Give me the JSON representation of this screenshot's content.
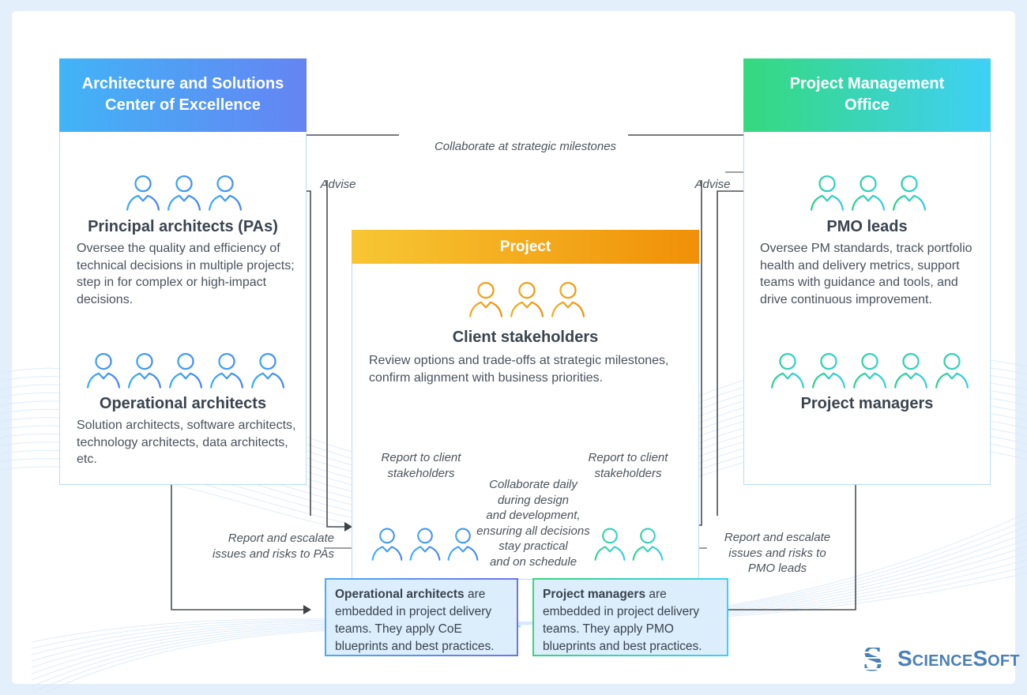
{
  "canvas": {
    "background": "#e4effc",
    "card_background": "#ffffff"
  },
  "colors": {
    "coe_header_gradient": [
      "#41b4f6",
      "#6584f3"
    ],
    "pmo_header_gradient": [
      "#35d97d",
      "#3fd0f7"
    ],
    "project_header_gradient": [
      "#f7c733",
      "#f09008"
    ],
    "callout_left_border_gradient": [
      "#4da9f2",
      "#6f74e8"
    ],
    "callout_right_border_gradient": [
      "#38d57e",
      "#3ecff5"
    ],
    "callout_fill": "#dcedfc",
    "panel_border": "#b9ddf5",
    "connector_line": "#4a4f54",
    "people_blue_gradient": [
      "#38b5f7",
      "#4b7ef2"
    ],
    "people_green_gradient": [
      "#2bd47c",
      "#38cdf4"
    ],
    "people_orange_gradient": [
      "#f2b228",
      "#ee8d08"
    ],
    "logo_blue": "#4b80b8"
  },
  "coe": {
    "title_line1": "Architecture and Solutions",
    "title_line2": "Center of Excellence",
    "group1": {
      "name": "Principal architects (PAs)",
      "desc": "Oversee the quality and efficiency of technical decisions in multiple projects; step in for complex or high-impact decisions.",
      "icons": 3
    },
    "group2": {
      "name": "Operational architects",
      "desc": "Solution architects, software architects, technology architects, data architects, etc.",
      "icons": 5
    }
  },
  "pmo": {
    "title_line1": "Project Management",
    "title_line2": "Office",
    "group1": {
      "name": "PMO leads",
      "desc": "Oversee PM standards, track portfolio health and delivery metrics, support teams with guidance and tools, and drive continuous improvement.",
      "icons": 3
    },
    "group2": {
      "name": "Project managers",
      "icons": 5
    }
  },
  "project": {
    "title": "Project",
    "group1": {
      "name": "Client stakeholders",
      "desc": "Review options and trade-offs at strategic milestones, confirm alignment with business priorities.",
      "icons": 3
    },
    "embedded_architects_icons": 3,
    "embedded_managers_icons": 2
  },
  "labels": {
    "collaborate_top": "Collaborate at strategic milestones",
    "advise_left": "Advise",
    "advise_right": "Advise",
    "report_pas": "Report and escalate\nissues and risks to PAs",
    "report_pmo": "Report and escalate\nissues and risks to\nPMO leads",
    "report_client_left": "Report to client\nstakeholders",
    "report_client_right": "Report to client\nstakeholders",
    "collaborate_daily": "Collaborate daily\nduring design\nand development,\nensuring all decisions\nstay practical\nand on schedule"
  },
  "callouts": {
    "left_bold": "Operational architects",
    "left_rest": " are embedded in project delivery teams. They apply CoE blueprints and best practices.",
    "right_bold": "Project managers",
    "right_rest": " are embedded in project delivery teams. They apply PMO blueprints and best practices."
  },
  "logo": {
    "s1": "S",
    "rest1": "cience",
    "s2": "S",
    "rest2": "oft"
  }
}
